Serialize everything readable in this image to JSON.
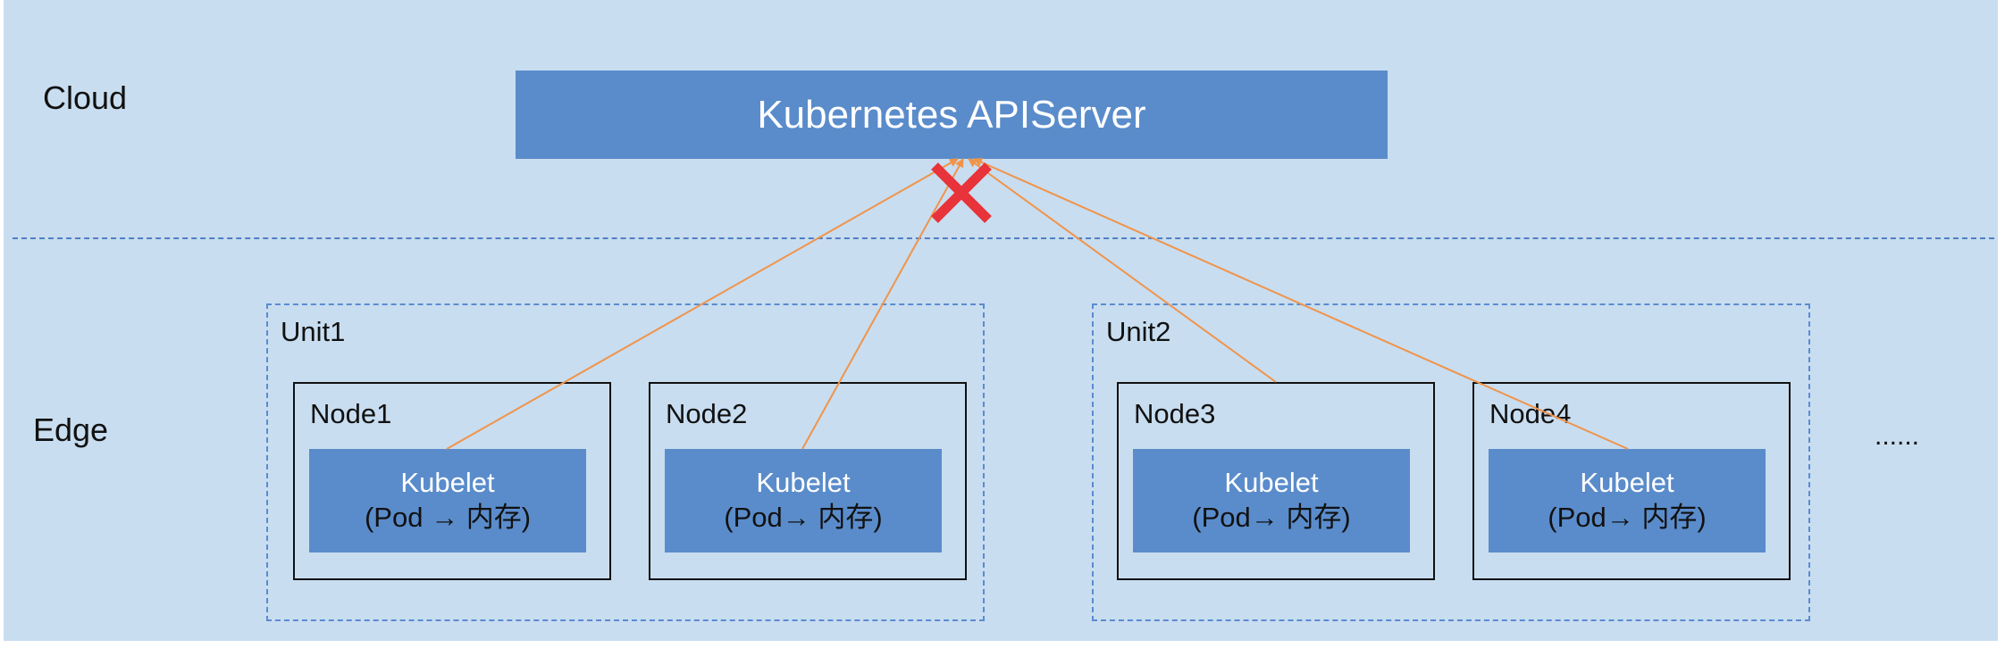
{
  "zones": {
    "cloud_label": "Cloud",
    "edge_label": "Edge"
  },
  "apiserver": {
    "label": "Kubernetes APIServer"
  },
  "units": [
    {
      "label": "Unit1",
      "nodes": [
        {
          "label": "Node1",
          "kubelet": "Kubelet",
          "detail": "(Pod → 内存)"
        },
        {
          "label": "Node2",
          "kubelet": "Kubelet",
          "detail": "(Pod→ 内存)"
        }
      ]
    },
    {
      "label": "Unit2",
      "nodes": [
        {
          "label": "Node3",
          "kubelet": "Kubelet",
          "detail": "(Pod→ 内存)"
        },
        {
          "label": "Node4",
          "kubelet": "Kubelet",
          "detail": "(Pod→ 内存)"
        }
      ]
    }
  ],
  "more_indicator": "......",
  "colors": {
    "background": "#c8ddf0",
    "box_fill": "#5a8ccb",
    "dashed_border": "#5b8bd1",
    "connection_line": "#f0944a",
    "disconnect_mark": "#e8333a"
  }
}
